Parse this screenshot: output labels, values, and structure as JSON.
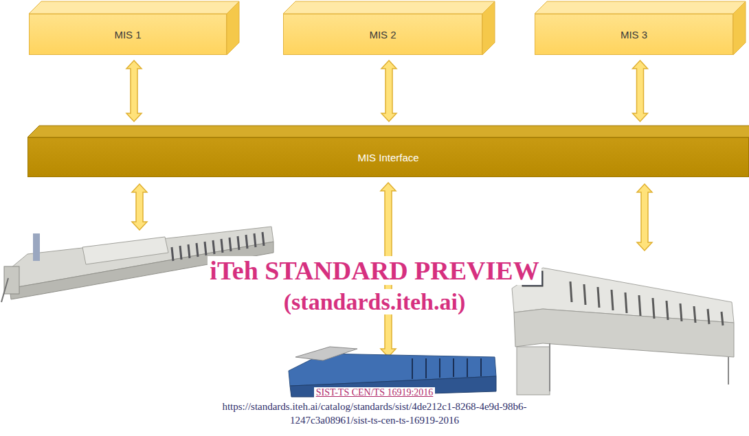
{
  "diagram": {
    "nodes": [
      {
        "text": [
          "MIS 1"
        ]
      },
      {
        "text": [
          "MIS 2"
        ]
      },
      {
        "text": [
          "MIS 3"
        ]
      },
      {
        "text": [
          "MIS Interface"
        ]
      }
    ],
    "edges": [
      {
        "from": 0,
        "to": 3,
        "arrow": "both"
      },
      {
        "from": 1,
        "to": 3,
        "arrow": "both"
      },
      {
        "from": 2,
        "to": 3,
        "arrow": "both"
      }
    ],
    "labels": [
      "iTeh STANDARD PREVIEW",
      "(standards.iteh.ai)",
      "SIST-TS CEN/TS 16919:2016",
      "https://standards.iteh.ai/catalog/standards/sist/4de212c1-8268-4e9d-98b6-",
      "1247c3a08961/sist-ts-cen-ts-16919-2016"
    ]
  }
}
